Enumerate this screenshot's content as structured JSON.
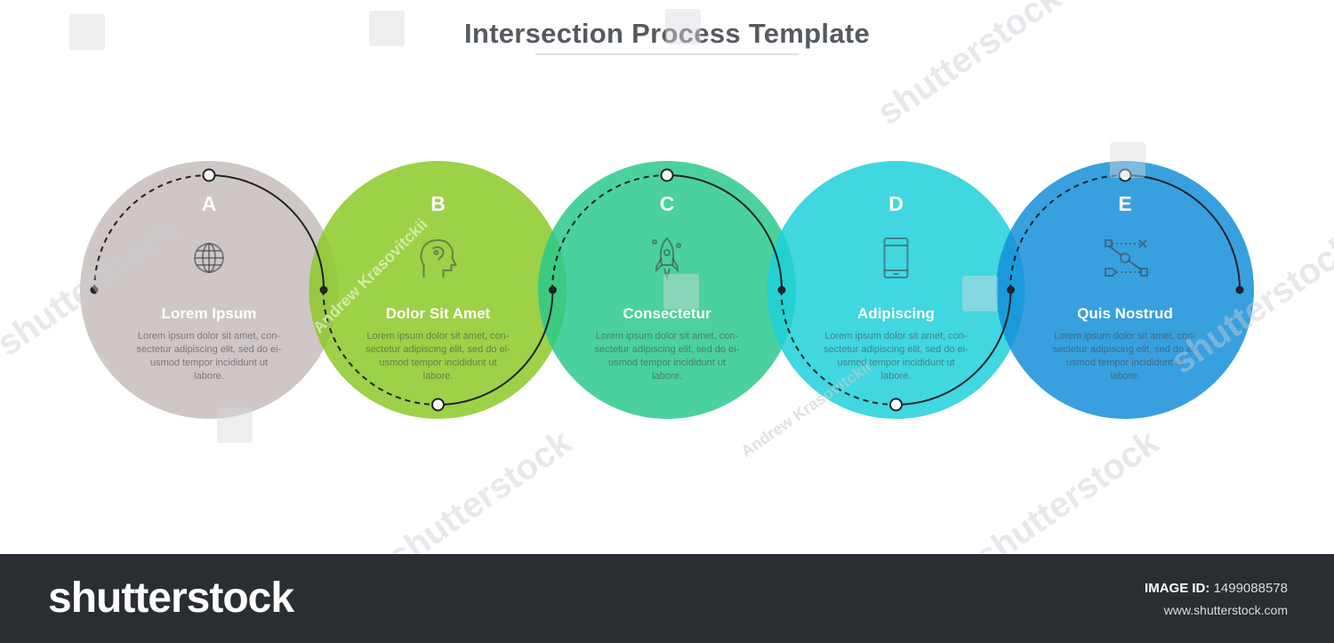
{
  "title": "Intersection Process Template",
  "steps": [
    {
      "letter": "A",
      "heading": "Lorem Ipsum",
      "icon": "globe-icon",
      "color": "#c4b9ba",
      "body": [
        "Lorem ipsum dolor sit amet, con-",
        "sectetur adipiscing elit, sed do ei-",
        "usmod  tempor incididunt  ut",
        "labore."
      ]
    },
    {
      "letter": "B",
      "heading": "Dolor Sit Amet",
      "icon": "head-profile-icon",
      "color": "#8cc927",
      "body": [
        "Lorem ipsum dolor sit amet, con-",
        "sectetur adipiscing elit, sed do ei-",
        "usmod  tempor incididunt  ut",
        "labore."
      ]
    },
    {
      "letter": "C",
      "heading": "Consectetur",
      "icon": "rocket-icon",
      "color": "#2bc98c",
      "body": [
        "Lorem ipsum dolor sit amet, con-",
        "sectetur adipiscing elit, sed do ei-",
        "usmod  tempor incididunt  ut",
        "labore."
      ]
    },
    {
      "letter": "D",
      "heading": "Adipiscing",
      "icon": "smartphone-icon",
      "color": "#1ed0db",
      "body": [
        "Lorem ipsum dolor sit amet, con-",
        "sectetur adipiscing elit, sed do ei-",
        "usmod  tempor incididunt  ut",
        "labore."
      ]
    },
    {
      "letter": "E",
      "heading": "Quis Nostrud",
      "icon": "route-icon",
      "color": "#158fd9",
      "body": [
        "Lorem ipsum dolor sit amet, con-",
        "sectetur adipiscing elit, sed do ei-",
        "usmod  tempor incididunt  ut",
        "labore."
      ]
    }
  ],
  "watermarks": {
    "brand": "shutterstock",
    "author": "Andrew Krasovitckii"
  },
  "footer": {
    "logo": "shutterstock",
    "image_id_label": "IMAGE ID:",
    "image_id_value": "1499088578",
    "url": "www.shutterstock.com"
  }
}
